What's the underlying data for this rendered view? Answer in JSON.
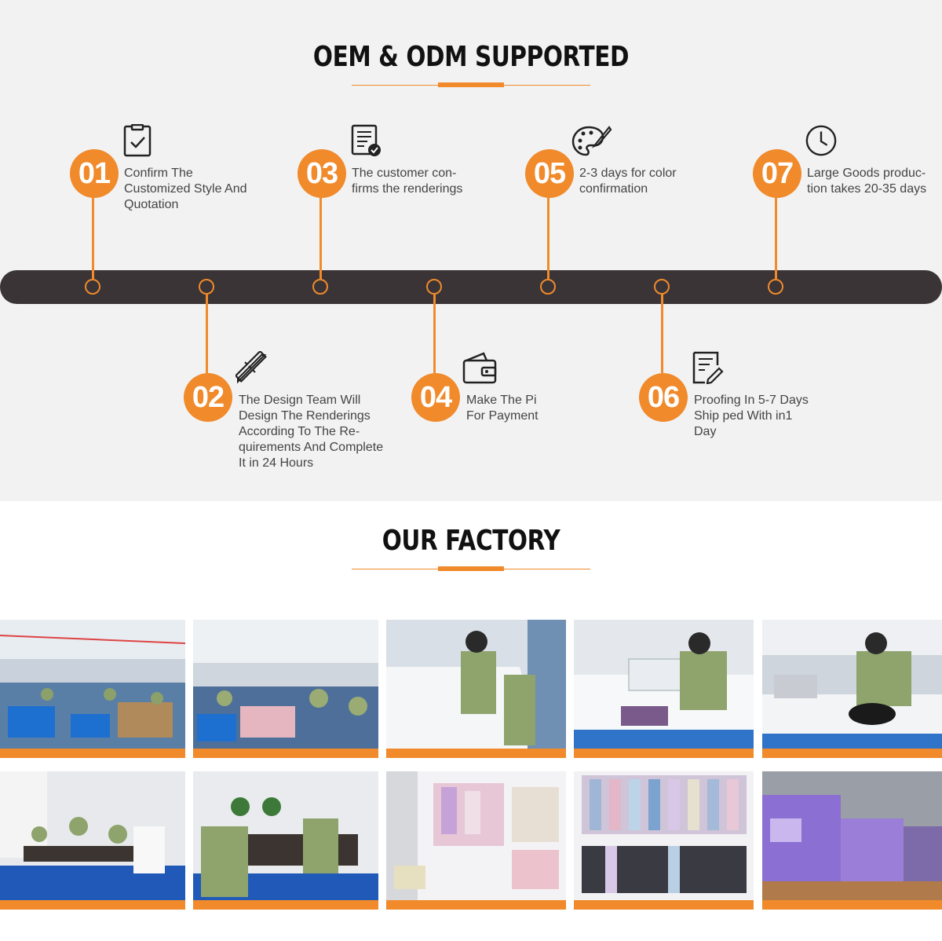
{
  "process": {
    "title": "OEM & ODM SUPPORTED",
    "steps": [
      {
        "num": "01",
        "text": "Confirm The\nCustomized Style And\nQuotation",
        "icon": "clipboard-check-icon"
      },
      {
        "num": "02",
        "text": "The Design Team Will\nDesign The Renderings\nAccording To The Re-\nquirements And Complete\nIt in 24 Hours",
        "icon": "ruler-pencil-icon"
      },
      {
        "num": "03",
        "text": "The customer con-\nfirms the renderings",
        "icon": "document-check-icon"
      },
      {
        "num": "04",
        "text": "Make The Pi\nFor Payment",
        "icon": "wallet-icon"
      },
      {
        "num": "05",
        "text": "2-3 days for color\nconfirmation",
        "icon": "palette-icon"
      },
      {
        "num": "06",
        "text": "Proofing In 5-7 Days\nShip ped With in1\nDay",
        "icon": "edit-document-icon"
      },
      {
        "num": "07",
        "text": "Large Goods produc-\ntion takes 20-35 days",
        "icon": "clock-icon"
      }
    ]
  },
  "factory": {
    "title": "OUR FACTORY",
    "photos": [
      "sewing-floor-photo",
      "sewing-floor-photo",
      "cutting-table-photo",
      "sewing-machine-photo",
      "sewing-machine-photo",
      "office-desks-photo",
      "office-desks-photo",
      "hat-display-photo",
      "leggings-display-photo",
      "warehouse-bags-photo"
    ]
  },
  "colors": {
    "accent": "#f08a2b",
    "bar": "#3a3436",
    "background": "#f2f2f2",
    "text": "#444444"
  }
}
